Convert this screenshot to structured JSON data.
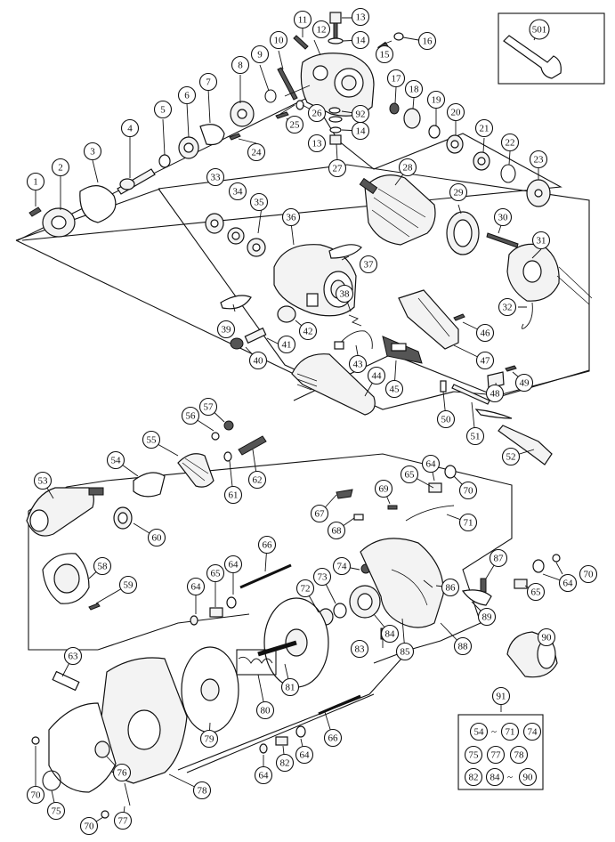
{
  "diagram": {
    "callouts": [
      {
        "id": "c1",
        "label": "1"
      },
      {
        "id": "c2",
        "label": "2"
      },
      {
        "id": "c3",
        "label": "3"
      },
      {
        "id": "c4",
        "label": "4"
      },
      {
        "id": "c5",
        "label": "5"
      },
      {
        "id": "c6",
        "label": "6"
      },
      {
        "id": "c7",
        "label": "7"
      },
      {
        "id": "c8",
        "label": "8"
      },
      {
        "id": "c9",
        "label": "9"
      },
      {
        "id": "c10",
        "label": "10"
      },
      {
        "id": "c11",
        "label": "11"
      },
      {
        "id": "c12",
        "label": "12"
      },
      {
        "id": "c13a",
        "label": "13"
      },
      {
        "id": "c14a",
        "label": "14"
      },
      {
        "id": "c15",
        "label": "15"
      },
      {
        "id": "c16",
        "label": "16"
      },
      {
        "id": "c17",
        "label": "17"
      },
      {
        "id": "c18",
        "label": "18"
      },
      {
        "id": "c19",
        "label": "19"
      },
      {
        "id": "c20",
        "label": "20"
      },
      {
        "id": "c21",
        "label": "21"
      },
      {
        "id": "c22",
        "label": "22"
      },
      {
        "id": "c23",
        "label": "23"
      },
      {
        "id": "c24",
        "label": "24"
      },
      {
        "id": "c25",
        "label": "25"
      },
      {
        "id": "c26",
        "label": "26"
      },
      {
        "id": "c27",
        "label": "27"
      },
      {
        "id": "c92",
        "label": "92"
      },
      {
        "id": "c13b",
        "label": "13"
      },
      {
        "id": "c14b",
        "label": "14"
      },
      {
        "id": "c28",
        "label": "28"
      },
      {
        "id": "c29",
        "label": "29"
      },
      {
        "id": "c30",
        "label": "30"
      },
      {
        "id": "c31",
        "label": "31"
      },
      {
        "id": "c32",
        "label": "32"
      },
      {
        "id": "c33",
        "label": "33"
      },
      {
        "id": "c34",
        "label": "34"
      },
      {
        "id": "c35",
        "label": "35"
      },
      {
        "id": "c36",
        "label": "36"
      },
      {
        "id": "c37",
        "label": "37"
      },
      {
        "id": "c38",
        "label": "38"
      },
      {
        "id": "c39",
        "label": "39"
      },
      {
        "id": "c40",
        "label": "40"
      },
      {
        "id": "c41",
        "label": "41"
      },
      {
        "id": "c42",
        "label": "42"
      },
      {
        "id": "c43",
        "label": "43"
      },
      {
        "id": "c44",
        "label": "44"
      },
      {
        "id": "c45",
        "label": "45"
      },
      {
        "id": "c46",
        "label": "46"
      },
      {
        "id": "c47",
        "label": "47"
      },
      {
        "id": "c48",
        "label": "48"
      },
      {
        "id": "c49",
        "label": "49"
      },
      {
        "id": "c50",
        "label": "50"
      },
      {
        "id": "c51",
        "label": "51"
      },
      {
        "id": "c52",
        "label": "52"
      },
      {
        "id": "c53",
        "label": "53"
      },
      {
        "id": "c54",
        "label": "54"
      },
      {
        "id": "c55",
        "label": "55"
      },
      {
        "id": "c56",
        "label": "56"
      },
      {
        "id": "c57",
        "label": "57"
      },
      {
        "id": "c58",
        "label": "58"
      },
      {
        "id": "c59",
        "label": "59"
      },
      {
        "id": "c60",
        "label": "60"
      },
      {
        "id": "c61",
        "label": "61"
      },
      {
        "id": "c62",
        "label": "62"
      },
      {
        "id": "c63",
        "label": "63"
      },
      {
        "id": "c64a",
        "label": "64"
      },
      {
        "id": "c65a",
        "label": "65"
      },
      {
        "id": "c70a",
        "label": "70"
      },
      {
        "id": "c67",
        "label": "67"
      },
      {
        "id": "c68",
        "label": "68"
      },
      {
        "id": "c69",
        "label": "69"
      },
      {
        "id": "c71",
        "label": "71"
      },
      {
        "id": "c66a",
        "label": "66"
      },
      {
        "id": "c64b",
        "label": "64"
      },
      {
        "id": "c65b",
        "label": "65"
      },
      {
        "id": "c64c",
        "label": "64"
      },
      {
        "id": "c72",
        "label": "72"
      },
      {
        "id": "c73",
        "label": "73"
      },
      {
        "id": "c74",
        "label": "74"
      },
      {
        "id": "c87",
        "label": "87"
      },
      {
        "id": "c70b",
        "label": "70"
      },
      {
        "id": "c64d",
        "label": "64"
      },
      {
        "id": "c65c",
        "label": "65"
      },
      {
        "id": "c86",
        "label": "86"
      },
      {
        "id": "c89",
        "label": "89"
      },
      {
        "id": "c84",
        "label": "84"
      },
      {
        "id": "c85",
        "label": "85"
      },
      {
        "id": "c83",
        "label": "83"
      },
      {
        "id": "c88",
        "label": "88"
      },
      {
        "id": "c90",
        "label": "90"
      },
      {
        "id": "c80",
        "label": "80"
      },
      {
        "id": "c81",
        "label": "81"
      },
      {
        "id": "c79",
        "label": "79"
      },
      {
        "id": "c76",
        "label": "76"
      },
      {
        "id": "c66b",
        "label": "66"
      },
      {
        "id": "c64e",
        "label": "64"
      },
      {
        "id": "c82",
        "label": "82"
      },
      {
        "id": "c64f",
        "label": "64"
      },
      {
        "id": "c78",
        "label": "78"
      },
      {
        "id": "c70c",
        "label": "70"
      },
      {
        "id": "c75",
        "label": "75"
      },
      {
        "id": "c70d",
        "label": "70"
      },
      {
        "id": "c77",
        "label": "77"
      },
      {
        "id": "c501",
        "label": "501"
      },
      {
        "id": "c91",
        "label": "91"
      }
    ],
    "kit_box": {
      "rows": [
        [
          {
            "kind": "range",
            "from": "54",
            "sep": "~",
            "to": "71"
          },
          {
            "kind": "single",
            "value": "74"
          }
        ],
        [
          {
            "kind": "single",
            "value": "75"
          },
          {
            "kind": "single",
            "value": "77"
          },
          {
            "kind": "single",
            "value": "78"
          }
        ],
        [
          {
            "kind": "single",
            "value": "82"
          },
          {
            "kind": "range",
            "from": "84",
            "sep": "~",
            "to": "90"
          }
        ]
      ]
    }
  }
}
